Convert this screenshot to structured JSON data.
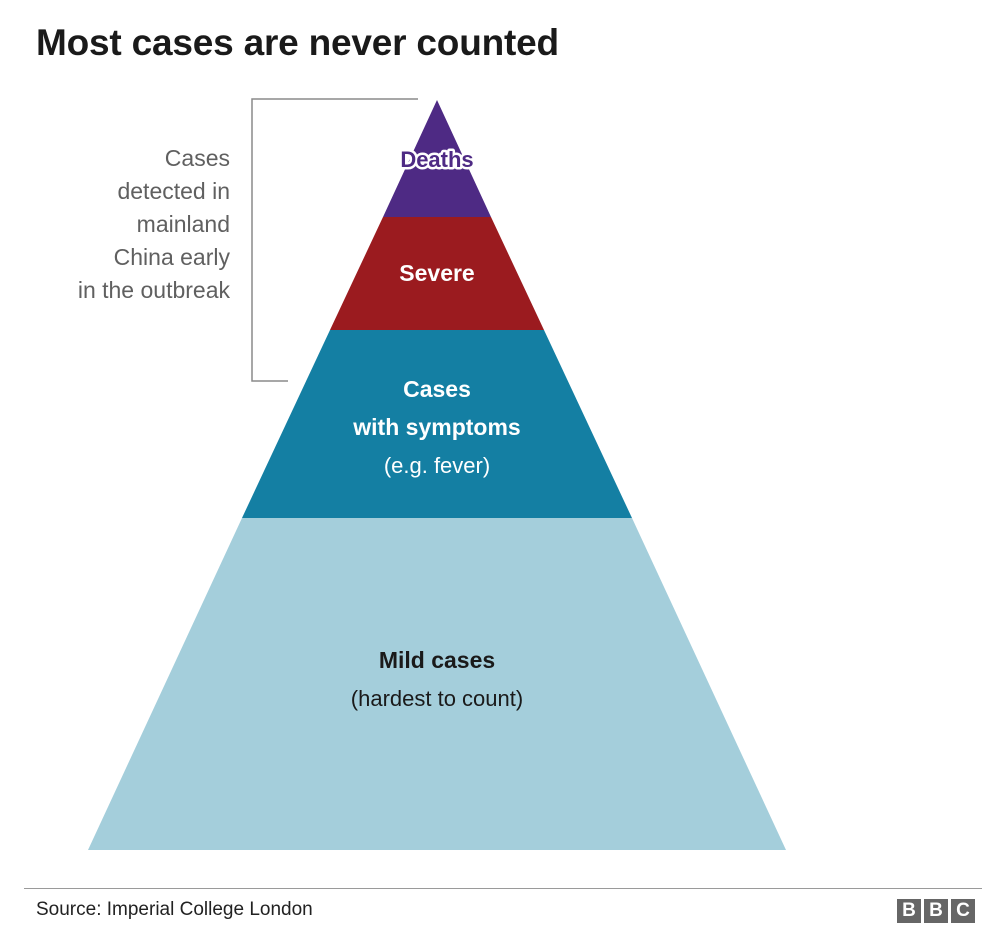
{
  "title": "Most cases are never counted",
  "bracket_label": [
    "Cases",
    "detected in",
    "mainland",
    "China early",
    "in the outbreak"
  ],
  "tiers": [
    {
      "id": "deaths",
      "lines": [
        "Deaths"
      ],
      "color": "#4e2a84",
      "text_color": "#ffffff"
    },
    {
      "id": "severe",
      "lines": [
        "Severe"
      ],
      "color": "#9b1b1f",
      "text_color": "#ffffff"
    },
    {
      "id": "symptoms",
      "lines": [
        "Cases",
        "with symptoms",
        "(e.g. fever)"
      ],
      "color": "#147fa3",
      "text_color": "#ffffff"
    },
    {
      "id": "mild",
      "lines": [
        "Mild cases",
        "(hardest to count)"
      ],
      "color": "#a4cedb",
      "text_color": "#1a1a1a"
    }
  ],
  "source": "Source: Imperial College London",
  "logo": [
    "B",
    "B",
    "C"
  ]
}
